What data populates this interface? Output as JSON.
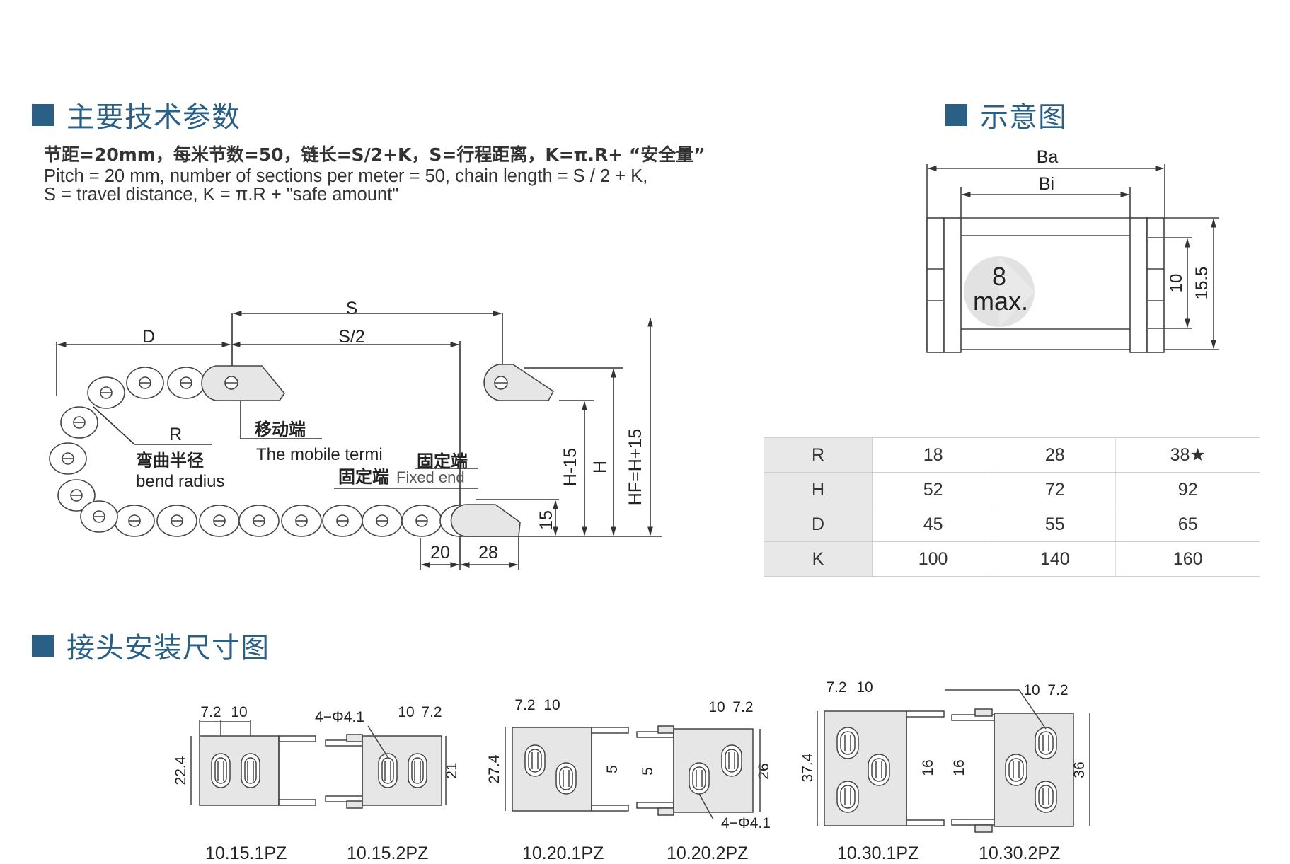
{
  "sections": {
    "params_title": "主要技术参数",
    "schematic_title": "示意图",
    "mounting_title": "接头安装尺寸图"
  },
  "intro": {
    "line_cn": "节距=20mm，每米节数=50，链长=S/2+K，S=行程距离，K=π.R+ “安全量”",
    "line_en1": "Pitch = 20 mm, number of sections per meter = 50, chain length = S / 2 + K,",
    "line_en2": "S = travel distance, K = π.R + \"safe amount\""
  },
  "chain_diagram": {
    "label_S": "S",
    "label_S2": "S/2",
    "label_D": "D",
    "label_R": "R",
    "bend_radius_cn": "弯曲半径",
    "bend_radius_en": "bend radius",
    "mobile_cn": "移动端",
    "mobile_en": "The mobile termi",
    "fixed_cn1": "固定端",
    "fixed_cn2": "固定端",
    "fixed_en": "Fixed end",
    "dim_15": "15",
    "dim_20": "20",
    "dim_28": "28",
    "label_H15": "H-15",
    "label_H": "H",
    "label_HF": "HF=H+15"
  },
  "cross_section": {
    "label_Ba": "Ba",
    "label_Bi": "Bi",
    "label_8": "8",
    "label_max": "max.",
    "dim_10": "10",
    "dim_15_5": "15.5"
  },
  "table": {
    "rows": [
      {
        "label": "R",
        "values": [
          "18",
          "28",
          "38★"
        ]
      },
      {
        "label": "H",
        "values": [
          "52",
          "72",
          "92"
        ]
      },
      {
        "label": "D",
        "values": [
          "45",
          "55",
          "65"
        ]
      },
      {
        "label": "K",
        "values": [
          "100",
          "140",
          "160"
        ]
      }
    ]
  },
  "brackets": {
    "b1": {
      "name": "10.15.1PZ",
      "d1": "7.2",
      "d2": "10",
      "h": "22.4"
    },
    "b2": {
      "name": "10.15.2PZ",
      "hole": "4−Φ4.1",
      "d1": "10",
      "d2": "7.2",
      "h": "21"
    },
    "b3": {
      "name": "10.20.1PZ",
      "d1": "7.2",
      "d2": "10",
      "h": "27.4",
      "o": "5"
    },
    "b4": {
      "name": "10.20.2PZ",
      "hole": "4−Φ4.1",
      "d1": "10",
      "d2": "7.2",
      "h": "26",
      "o": "5"
    },
    "b5": {
      "name": "10.30.1PZ",
      "d1": "7.2",
      "d2": "10",
      "h": "37.4",
      "o": "16"
    },
    "b6": {
      "name": "10.30.2PZ",
      "d1": "10",
      "d2": "7.2",
      "h": "36",
      "o": "16"
    }
  },
  "colors": {
    "accent": "#2a5f86",
    "part_fill": "#e6e6e6",
    "table_header": "#e8e8e8"
  }
}
